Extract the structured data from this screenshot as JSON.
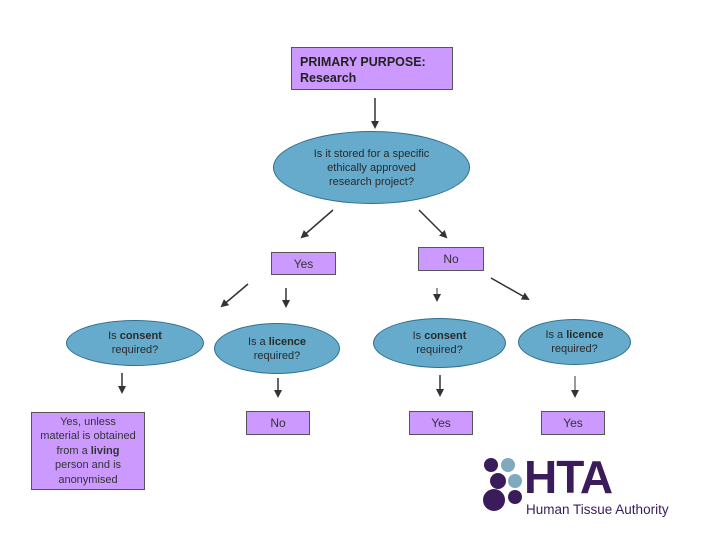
{
  "primary": {
    "line1": "PRIMARY PURPOSE:",
    "line2": "Research"
  },
  "question_top": {
    "line1": "Is it stored for a specific",
    "line2": "ethically approved",
    "line3": "research project?"
  },
  "yes_label": "Yes",
  "no_label": "No",
  "consent_left": {
    "prefix": "Is ",
    "bold": "consent",
    "line2": "required?"
  },
  "licence_left": {
    "prefix": "Is a ",
    "bold": "licence",
    "line2": "required?"
  },
  "consent_right": {
    "prefix": "Is ",
    "bold": "consent",
    "line2": "required?"
  },
  "licence_right": {
    "prefix": "Is a ",
    "bold": "licence",
    "line2": "required?"
  },
  "answer_consent_left": {
    "line1": "Yes, unless",
    "line2": "material is obtained",
    "line3_prefix": "from a ",
    "line3_bold": "living",
    "line4": "person and is",
    "line5": "anonymised"
  },
  "answer_licence_left": "No",
  "answer_consent_right": "Yes",
  "answer_licence_right": "Yes",
  "logo": {
    "acronym": "HTA",
    "full_name": "Human Tissue Authority"
  },
  "colors": {
    "box_fill": "#cc99ff",
    "ellipse_fill": "#66aacc",
    "logo_dark": "#3a1c5c",
    "logo_light": "#7fa9bd"
  }
}
